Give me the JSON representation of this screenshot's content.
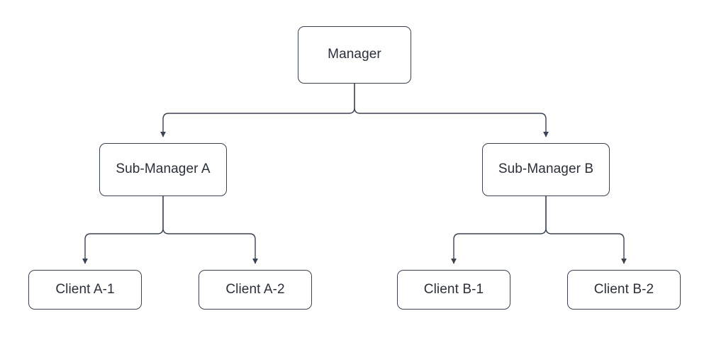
{
  "diagram": {
    "type": "hierarchy-tree",
    "orientation": "top-down",
    "background_color": "#ffffff",
    "node_fill_color": "#ffffff",
    "node_border_color": "#3b4252",
    "connector_color": "#3b4252",
    "text_color": "#2b2f3a",
    "nodes": [
      {
        "id": "manager",
        "label": "Manager",
        "level": 0
      },
      {
        "id": "sub_manager_a",
        "label": "Sub-Manager A",
        "level": 1
      },
      {
        "id": "sub_manager_b",
        "label": "Sub-Manager B",
        "level": 1
      },
      {
        "id": "client_a_1",
        "label": "Client A-1",
        "level": 2
      },
      {
        "id": "client_a_2",
        "label": "Client A-2",
        "level": 2
      },
      {
        "id": "client_b_1",
        "label": "Client B-1",
        "level": 2
      },
      {
        "id": "client_b_2",
        "label": "Client B-2",
        "level": 2
      }
    ],
    "edges": [
      {
        "from": "manager",
        "to": "sub_manager_a",
        "arrow": "to"
      },
      {
        "from": "manager",
        "to": "sub_manager_b",
        "arrow": "to"
      },
      {
        "from": "sub_manager_a",
        "to": "client_a_1",
        "arrow": "to"
      },
      {
        "from": "sub_manager_a",
        "to": "client_a_2",
        "arrow": "to"
      },
      {
        "from": "sub_manager_b",
        "to": "client_b_1",
        "arrow": "to"
      },
      {
        "from": "sub_manager_b",
        "to": "client_b_2",
        "arrow": "to"
      }
    ]
  }
}
